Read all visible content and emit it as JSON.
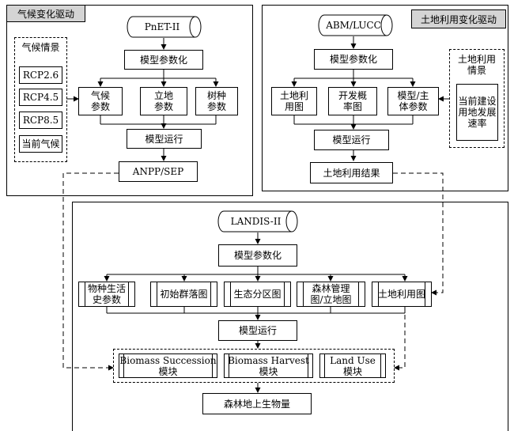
{
  "climate": {
    "section_title": "气候变化驱动",
    "model": "PnET-II",
    "parameterize": "模型参数化",
    "inputs": [
      "气候\n参数",
      "立地\n参数",
      "树种\n参数"
    ],
    "run": "模型运行",
    "output": "ANPP/SEP",
    "scenarios_title": "气候情景",
    "scenarios": [
      "RCP2.6",
      "RCP4.5",
      "RCP8.5",
      "当前气候"
    ]
  },
  "landuse": {
    "section_title": "土地利用变化驱动",
    "model": "ABM/LUCC",
    "parameterize": "模型参数化",
    "inputs": [
      "土地利\n用图",
      "开发概\n率图",
      "模型/主\n体参数"
    ],
    "run": "模型运行",
    "output": "土地利用结果",
    "scenario_title": "土地利用\n情景",
    "scenario_item": "当前建设\n用地发展\n速率"
  },
  "landis": {
    "model": "LANDIS-II",
    "parameterize": "模型参数化",
    "inputs": [
      "物种生活\n史参数",
      "初始群落图",
      "生态分区图",
      "森林管理\n图/立地图",
      "土地利用图"
    ],
    "run": "模型运行",
    "modules": [
      "Biomass Succession\n模块",
      "Biomass Harvest\n模块",
      "Land Use\n模块"
    ],
    "output": "森林地上生物量"
  }
}
